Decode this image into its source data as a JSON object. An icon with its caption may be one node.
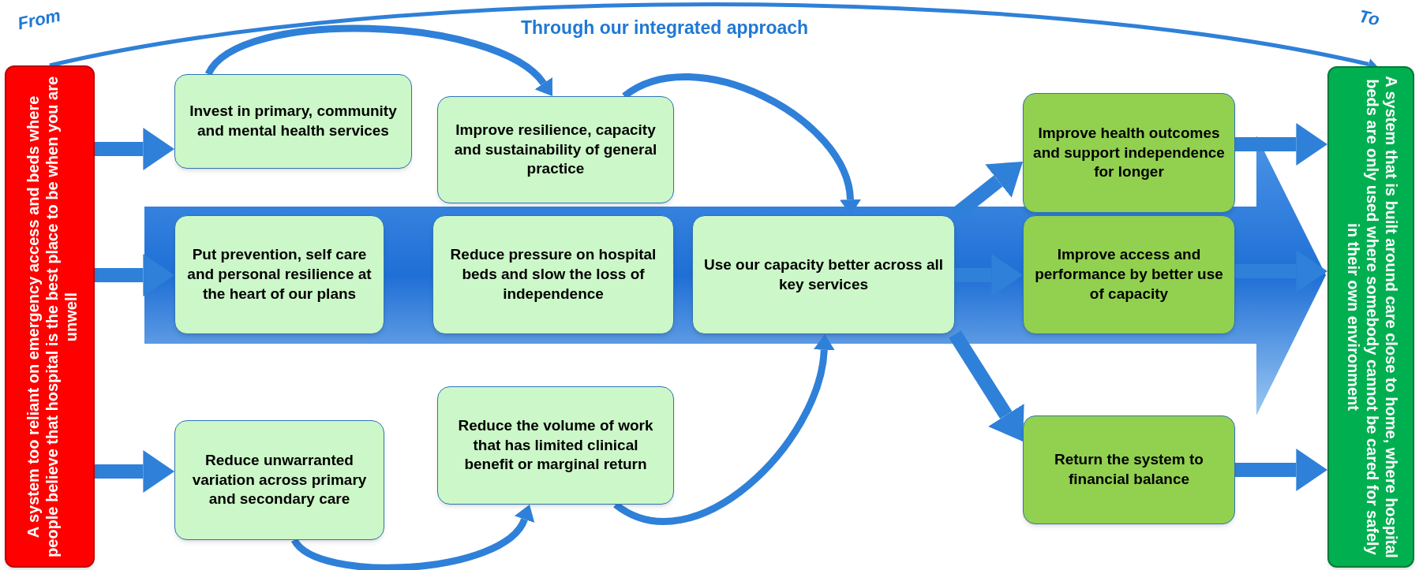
{
  "diagram": {
    "nodes": [
      {
        "text": [
          "A system too reliant on emergency access and beds where people believe that hospital is the best place to be when you are unwell"
        ]
      },
      {
        "text": [
          "Invest in primary, community and mental health services"
        ]
      },
      {
        "text": [
          "Improve resilience, capacity and sustainability of general practice"
        ]
      },
      {
        "text": [
          "Put prevention, self care and personal resilience at the heart of our plans"
        ]
      },
      {
        "text": [
          "Reduce pressure on hospital beds and slow the loss of independence"
        ]
      },
      {
        "text": [
          "Use our capacity better across all key services"
        ]
      },
      {
        "text": [
          "Reduce unwarranted variation across primary and secondary care"
        ]
      },
      {
        "text": [
          "Reduce the volume of work that has limited clinical benefit or marginal return"
        ]
      },
      {
        "text": [
          "Improve health outcomes and support independence for longer"
        ]
      },
      {
        "text": [
          "Improve access and performance by better use of capacity"
        ]
      },
      {
        "text": [
          "Return the system to financial balance"
        ]
      },
      {
        "text": [
          "A system that is built around care close to home, where hospital beds are only used where somebody cannot be cared for safely in their own environment"
        ]
      }
    ],
    "edges": [
      {
        "from": 0,
        "to": 1,
        "arrow": "to"
      },
      {
        "from": 0,
        "to": 3,
        "arrow": "to"
      },
      {
        "from": 0,
        "to": 6,
        "arrow": "to"
      },
      {
        "from": 1,
        "to": 2,
        "arrow": "to"
      },
      {
        "from": 2,
        "to": 5,
        "arrow": "to"
      },
      {
        "from": 6,
        "to": 7,
        "arrow": "to"
      },
      {
        "from": 7,
        "to": 5,
        "arrow": "to"
      },
      {
        "from": 5,
        "to": 8,
        "arrow": "to"
      },
      {
        "from": 5,
        "to": 9,
        "arrow": "to"
      },
      {
        "from": 5,
        "to": 10,
        "arrow": "to"
      },
      {
        "from": 8,
        "to": 11,
        "arrow": "to"
      },
      {
        "from": 9,
        "to": 11,
        "arrow": "to"
      },
      {
        "from": 10,
        "to": 11,
        "arrow": "to"
      },
      {
        "from": 0,
        "to": 11,
        "arrow": "to"
      }
    ],
    "labels": [
      "From",
      "Through our integrated approach",
      "To"
    ]
  }
}
